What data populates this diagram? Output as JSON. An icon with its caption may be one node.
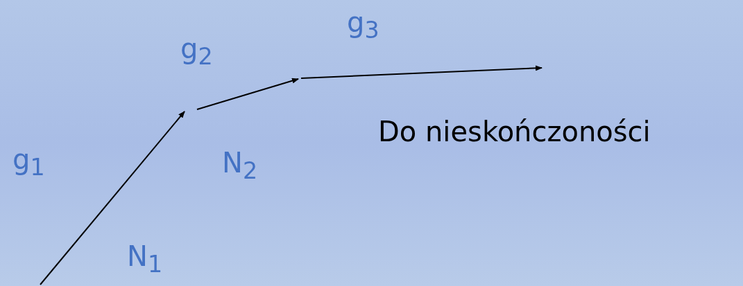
{
  "diagram": {
    "labels": [
      "g$_{3}$",
      "g$_{2}$",
      "Do nieskończoności",
      "g$_{1}$",
      "N$_{2}$",
      "N$_{1}$"
    ]
  }
}
